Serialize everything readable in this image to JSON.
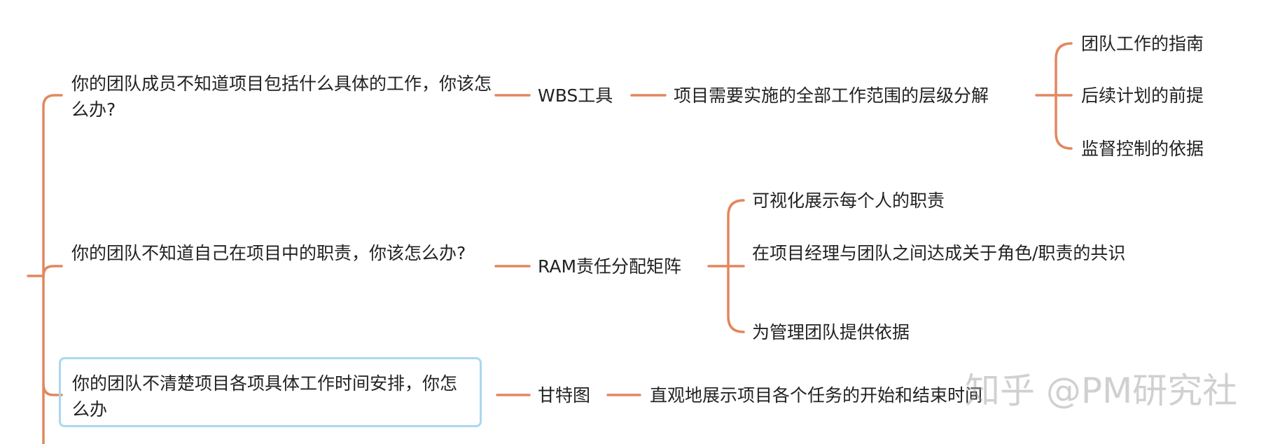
{
  "colors": {
    "connector": "#e2875f",
    "selection_border": "#a9d8f2",
    "text": "#222222",
    "watermark": "#969696"
  },
  "branches": [
    {
      "question": "你的团队成员不知道项目包括什么具体的工作，你该怎么办?",
      "tool": "WBS工具",
      "definition": "项目需要实施的全部工作范围的层级分解",
      "details": [
        "团队工作的指南",
        "后续计划的前提",
        "监督控制的依据"
      ]
    },
    {
      "question": "你的团队不知道自己在项目中的职责，你该怎么办?",
      "tool": "RAM责任分配矩阵",
      "details": [
        "可视化展示每个人的职责",
        "在项目经理与团队之间达成关于角色/职责的共识",
        "为管理团队提供依据"
      ]
    },
    {
      "question": "你的团队不清楚项目各项具体工作时间安排，你怎么办",
      "tool": "甘特图",
      "definition": "直观地展示项目各个任务的开始和结束时间"
    }
  ],
  "watermark": "知乎 @PM研究社"
}
